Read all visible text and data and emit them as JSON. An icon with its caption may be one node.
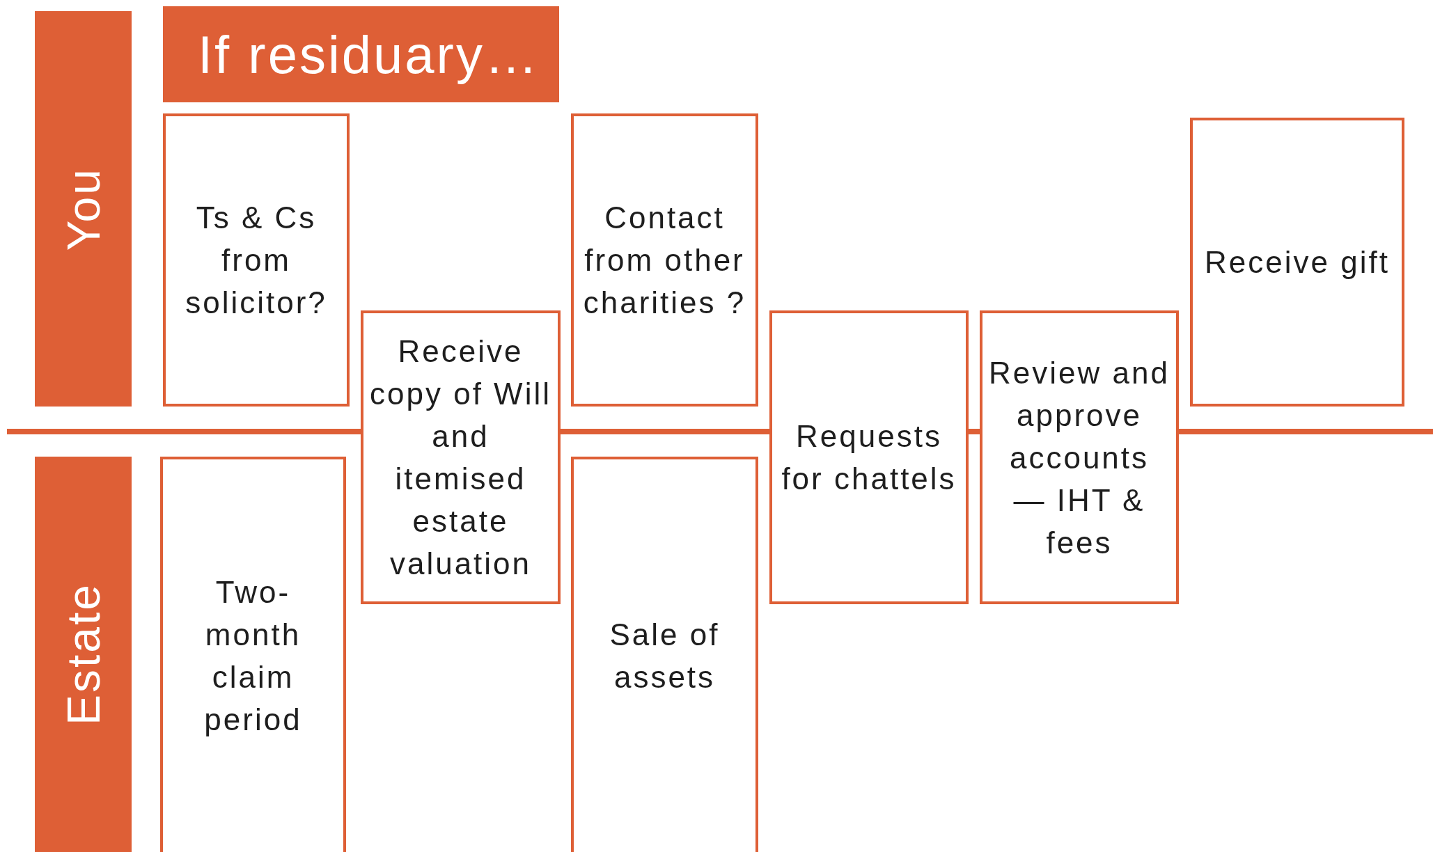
{
  "diagram": {
    "title": "If residuary…",
    "nodes": [
      {
        "text": [
          "You"
        ]
      },
      {
        "text": [
          "Ts & Cs from solicitor?"
        ]
      },
      {
        "text": [
          "Receive copy of Will and itemised estate valuation"
        ]
      },
      {
        "text": [
          "Contact from other charities ?"
        ]
      },
      {
        "text": [
          "Requests for chattels"
        ]
      },
      {
        "text": [
          "Review and approve accounts — IHT & fees"
        ]
      },
      {
        "text": [
          "Receive gift"
        ]
      },
      {
        "text": [
          "Estate"
        ]
      },
      {
        "text": [
          "Two-month claim period"
        ]
      },
      {
        "text": [
          "Sale of assets"
        ]
      }
    ]
  }
}
